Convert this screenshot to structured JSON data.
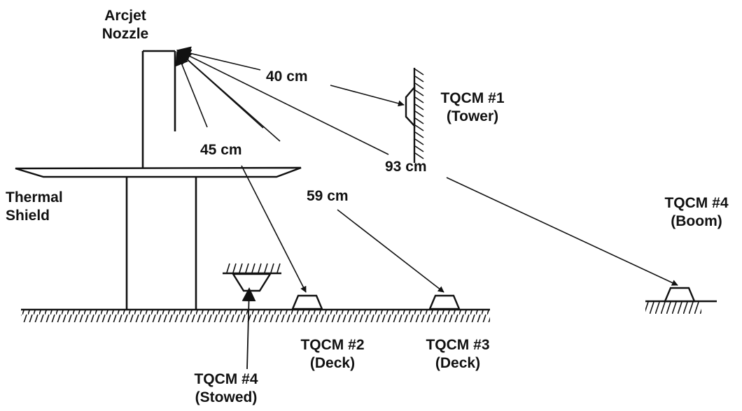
{
  "nozzle": {
    "line1": "Arcjet",
    "line2": "Nozzle"
  },
  "shield": {
    "line1": "Thermal",
    "line2": "Shield"
  },
  "distances": {
    "tower": "40 cm",
    "deck_near": "45 cm",
    "deck_far": "59 cm",
    "boom": "93 cm"
  },
  "sensors": {
    "tower": {
      "name": "TQCM #1",
      "location": "(Tower)"
    },
    "deck_near": {
      "name": "TQCM #2",
      "location": "(Deck)"
    },
    "deck_far": {
      "name": "TQCM #3",
      "location": "(Deck)"
    },
    "boom": {
      "name": "TQCM #4",
      "location": "(Boom)"
    },
    "stowed": {
      "name": "TQCM #4",
      "location": "(Stowed)"
    }
  },
  "colors": {
    "ink": "#111111",
    "background": "#ffffff"
  }
}
